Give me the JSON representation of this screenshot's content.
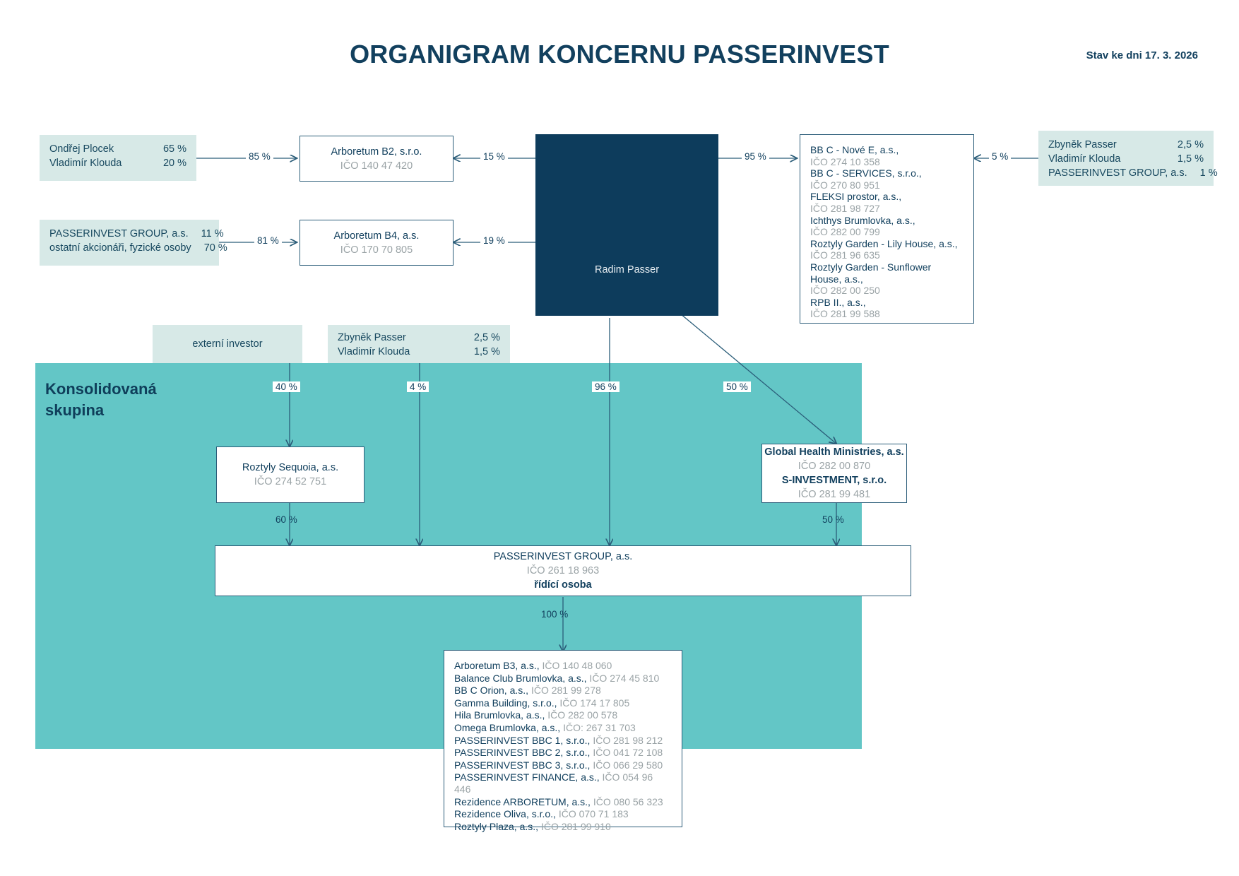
{
  "header": {
    "title": "ORGANIGRAM KONCERNU PASSERINVEST",
    "status_date": "Stav ke dni 17. 3. 2026"
  },
  "colors": {
    "dark_navy": "#0d3c5c",
    "teal_band": "#63c6c6",
    "pale_mint": "#d7e9e7",
    "ico_grey": "#9aa3a6",
    "line": "#2b5d79"
  },
  "consolidated": {
    "label_line1": "Konsolidovaná",
    "label_line2": "skupina"
  },
  "boxes": {
    "plocek_klouda": {
      "rows": [
        {
          "name": "Ondřej Plocek",
          "percent": "65 %"
        },
        {
          "name": "Vladimír Klouda",
          "percent": "20 %"
        }
      ]
    },
    "pig_ostatni": {
      "rows": [
        {
          "name": "PASSERINVEST GROUP, a.s.",
          "percent": "11 %"
        },
        {
          "name": "ostatní akcionáři, fyzické osoby",
          "percent": "70 %"
        }
      ]
    },
    "zbynek_top_right": {
      "rows": [
        {
          "name": "Zbyněk Passer",
          "percent": "2,5 %"
        },
        {
          "name": "Vladimír Klouda",
          "percent": "1,5 %"
        },
        {
          "name": "PASSERINVEST GROUP, a.s.",
          "percent": "1 %"
        }
      ]
    },
    "externi_investor": {
      "label": "externí investor"
    },
    "zbynek_mid": {
      "rows": [
        {
          "name": "Zbyněk Passer",
          "percent": "2,5 %"
        },
        {
          "name": "Vladimír Klouda",
          "percent": "1,5 %"
        }
      ]
    },
    "arboretum_b2": {
      "name": "Arboretum B2, s.r.o.",
      "ico": "IČO 140 47 420"
    },
    "arboretum_b4": {
      "name": "Arboretum B4, a.s.",
      "ico": "IČO 170 70 805"
    },
    "radim_passer": {
      "name": "Radim Passer"
    },
    "roztyly_sequoia": {
      "name": "Roztyly Sequoia, a.s.",
      "ico": "IČO 274 52 751"
    },
    "passerinvest_group": {
      "name": "PASSERINVEST GROUP, a.s.",
      "ico": "IČO 261 18 963",
      "role": "řídící osoba"
    },
    "bbc_group": {
      "entries": [
        {
          "name": "BB C - Nové E, a.s.,",
          "ico": "IČO 274 10 358"
        },
        {
          "name": "BB C - SERVICES, s.r.o.,",
          "ico": "IČO 270 80 951"
        },
        {
          "name": "FLEKSI prostor, a.s.,",
          "ico": "IČO 281 98 727"
        },
        {
          "name": "Ichthys Brumlovka, a.s.,",
          "ico": "IČO 282 00 799"
        },
        {
          "name": "Roztyly Garden - Lily House, a.s.,",
          "ico": "IČO 281 96 635"
        },
        {
          "name": "Roztyly Garden - Sunflower House, a.s.,",
          "ico": "IČO 282 00 250"
        },
        {
          "name": "RPB II., a.s.,",
          "ico": "IČO 281 99 588"
        }
      ]
    },
    "ghm_sinvestment": {
      "entries": [
        {
          "name": "Global Health Ministries, a.s.",
          "ico": "IČO 282 00 870"
        },
        {
          "name": "S-INVESTMENT, s.r.o.",
          "ico": "IČO 281 99 481"
        }
      ]
    },
    "subsidiaries": {
      "entries": [
        {
          "name": "Arboretum B3, a.s.,",
          "ico": "IČO 140 48 060"
        },
        {
          "name": "Balance Club Brumlovka, a.s.,",
          "ico": "IČO 274 45 810"
        },
        {
          "name": "BB C Orion, a.s.,",
          "ico": "IČO 281 99 278"
        },
        {
          "name": "Gamma Building, s.r.o.,",
          "ico": "IČO 174 17 805"
        },
        {
          "name": "Hila Brumlovka, a.s.,",
          "ico": "IČO 282 00 578"
        },
        {
          "name": "Omega Brumlovka, a.s.,",
          "ico": "IČO: 267 31 703"
        },
        {
          "name": "PASSERINVEST BBC 1, s.r.o.,",
          "ico": "IČO 281 98 212"
        },
        {
          "name": "PASSERINVEST BBC 2, s.r.o.,",
          "ico": "IČO 041 72 108"
        },
        {
          "name": "PASSERINVEST BBC 3, s.r.o.,",
          "ico": "IČO 066 29 580"
        },
        {
          "name": "PASSERINVEST FINANCE, a.s.,",
          "ico": "IČO 054 96 446"
        },
        {
          "name": "Rezidence ARBORETUM, a.s.,",
          "ico": "IČO 080 56 323"
        },
        {
          "name": "Rezidence Oliva, s.r.o.,",
          "ico": "IČO 070 71 183"
        },
        {
          "name": "Roztyly Plaza, a.s.,",
          "ico": "IČO 281 99 910"
        }
      ]
    }
  },
  "edges": {
    "plocek_to_b2": "85 %",
    "radim_to_b2": "15 %",
    "pig_to_b4": "81 %",
    "radim_to_b4": "19 %",
    "radim_to_bbc": "95 %",
    "zbynek_to_bbc": "5 %",
    "externi_to_sequoia": "40 %",
    "zbynek_mid_to_pig": "4 %",
    "radim_to_pig": "96 %",
    "radim_to_ghm": "50 %",
    "sequoia_to_pig": "60 %",
    "ghm_to_pig": "50 %",
    "pig_to_subs": "100 %"
  }
}
